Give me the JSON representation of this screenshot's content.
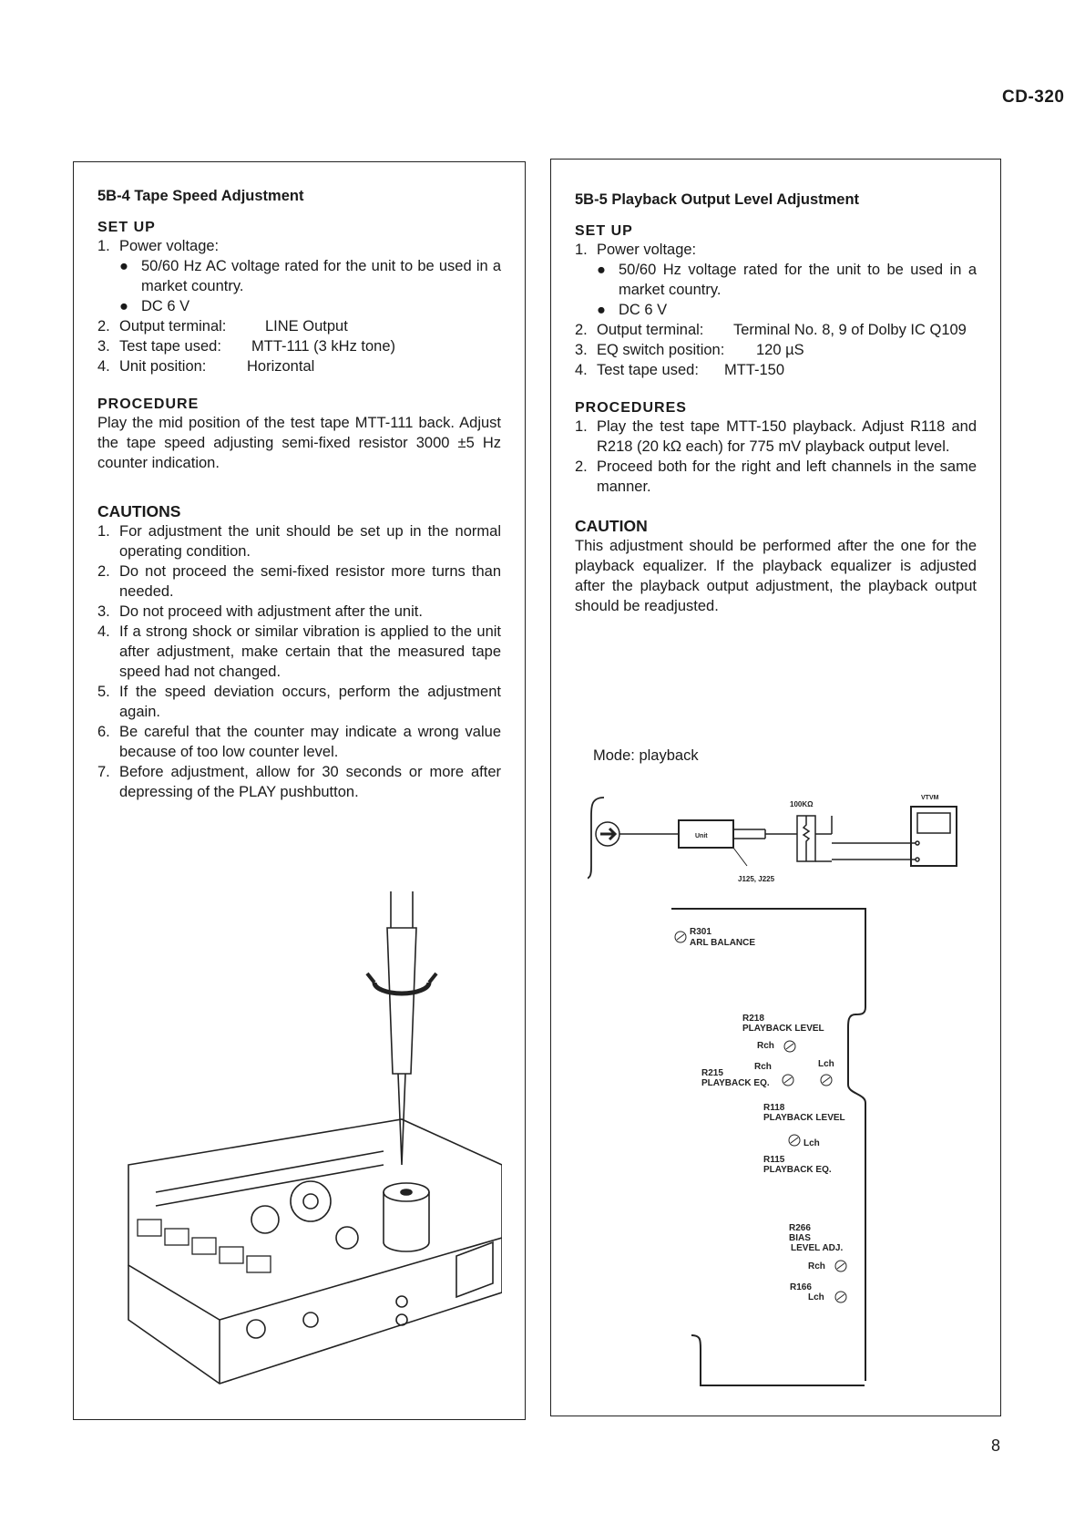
{
  "header": {
    "model": "CD-320"
  },
  "footer": {
    "page_number": "8"
  },
  "left": {
    "title": "5B-4  Tape Speed Adjustment",
    "setup_heading": "SET UP",
    "setup": [
      {
        "num": "1.",
        "text": "Power voltage:"
      },
      {
        "num": "2.",
        "label": "Output terminal:",
        "value": "LINE Output"
      },
      {
        "num": "3.",
        "label": "Test tape used:",
        "value": "MTT-111 (3 kHz tone)"
      },
      {
        "num": "4.",
        "label": "Unit position:",
        "value": "Horizontal"
      }
    ],
    "power_bullets": [
      "50/60 Hz AC voltage rated for the unit to be used in a market country.",
      "DC 6 V"
    ],
    "procedure_heading": "PROCEDURE",
    "procedure_text": "Play the mid position of the test tape MTT-111 back. Adjust the tape speed adjusting semi-fixed resistor 3000 ±5 Hz counter indication.",
    "cautions_heading": "CAUTIONS",
    "cautions": [
      {
        "num": "1.",
        "text": "For adjustment the unit should be set up in the normal operating condition."
      },
      {
        "num": "2.",
        "text": "Do not proceed the semi-fixed resistor more turns than needed."
      },
      {
        "num": "3.",
        "text": "Do not proceed with adjustment after the unit."
      },
      {
        "num": "4.",
        "text": "If a strong shock or similar vibration is applied to the unit after adjustment, make certain that the measured tape speed had not changed."
      },
      {
        "num": "5.",
        "text": "If the speed deviation occurs, perform the adjustment again."
      },
      {
        "num": "6.",
        "text": "Be careful that the counter may indicate a wrong value because of too low counter level."
      },
      {
        "num": "7.",
        "text": "Before adjustment, allow for 30 seconds or more after depressing of the PLAY pushbutton."
      }
    ]
  },
  "right": {
    "title": "5B-5  Playback Output Level Adjustment",
    "setup_heading": "SET UP",
    "setup": [
      {
        "num": "1.",
        "text": "Power voltage:"
      },
      {
        "num": "2.",
        "label": "Output terminal:",
        "value": "Terminal No. 8, 9 of Dolby IC Q109"
      },
      {
        "num": "3.",
        "label": "EQ switch position:",
        "value": "120 µS"
      },
      {
        "num": "4.",
        "label": "Test tape used:",
        "value": "MTT-150"
      }
    ],
    "power_bullets": [
      "50/60 Hz voltage rated for the unit to be used in a market country.",
      "DC 6 V"
    ],
    "procedures_heading": "PROCEDURES",
    "procedures": [
      {
        "num": "1.",
        "text": "Play the test tape MTT-150 playback. Adjust R118 and R218 (20 kΩ each) for 775 mV playback output level."
      },
      {
        "num": "2.",
        "text": "Proceed both for the right and left channels in the same manner."
      }
    ],
    "caution_heading": "CAUTION",
    "caution_text": "This adjustment should be performed after the one for the playback equalizer. If the playback equalizer is adjusted after the playback output adjustment, the playback output should be readjusted.",
    "mode_label": "Mode: playback",
    "circuit": {
      "unit": "Unit",
      "resistor": "100KΩ",
      "meter": "VTVM",
      "jacks": "J125, J225"
    },
    "board": {
      "r301": "R301",
      "arl": "ARL BALANCE",
      "r218": "R218",
      "r218_desc": "PLAYBACK LEVEL",
      "rch": "Rch",
      "lch": "Lch",
      "r215": "R215",
      "r215_desc": "PLAYBACK EQ.",
      "r118": "R118",
      "r118_desc": "PLAYBACK LEVEL",
      "r115": "R115",
      "r115_desc": "PLAYBACK EQ.",
      "r266": "R266",
      "bias": "BIAS",
      "level_adj": "LEVEL ADJ.",
      "r166": "R166"
    }
  }
}
